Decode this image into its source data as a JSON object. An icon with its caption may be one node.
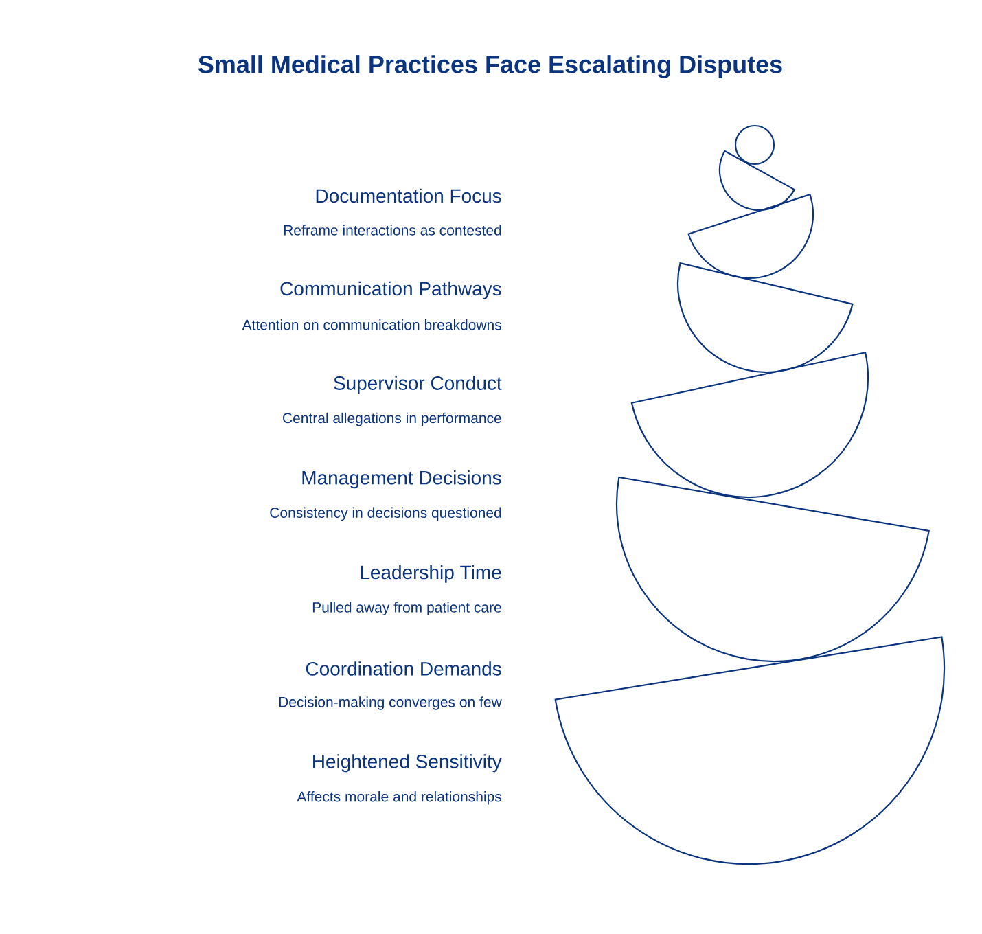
{
  "diagram": {
    "title": "Small Medical Practices Face Escalating Disputes",
    "nodes": [
      {
        "text": [],
        "shape": "circle"
      },
      {
        "text": [],
        "shape": "semicircle"
      },
      {
        "text": [],
        "shape": "semicircle"
      },
      {
        "text": [],
        "shape": "semicircle"
      },
      {
        "text": [],
        "shape": "semicircle"
      },
      {
        "text": [],
        "shape": "semicircle"
      },
      {
        "text": [],
        "shape": "semicircle"
      }
    ],
    "labels": [
      "Documentation Focus",
      "Reframe interactions as contested",
      "Communication Pathways",
      "Attention on communication breakdowns",
      "Supervisor Conduct",
      "Central allegations in performance",
      "Management Decisions",
      "Consistency in decisions questioned",
      "Leadership Time",
      "Pulled away from patient care",
      "Coordination Demands",
      "Decision-making converges on few",
      "Heightened Sensitivity",
      "Affects morale and relationships"
    ]
  }
}
